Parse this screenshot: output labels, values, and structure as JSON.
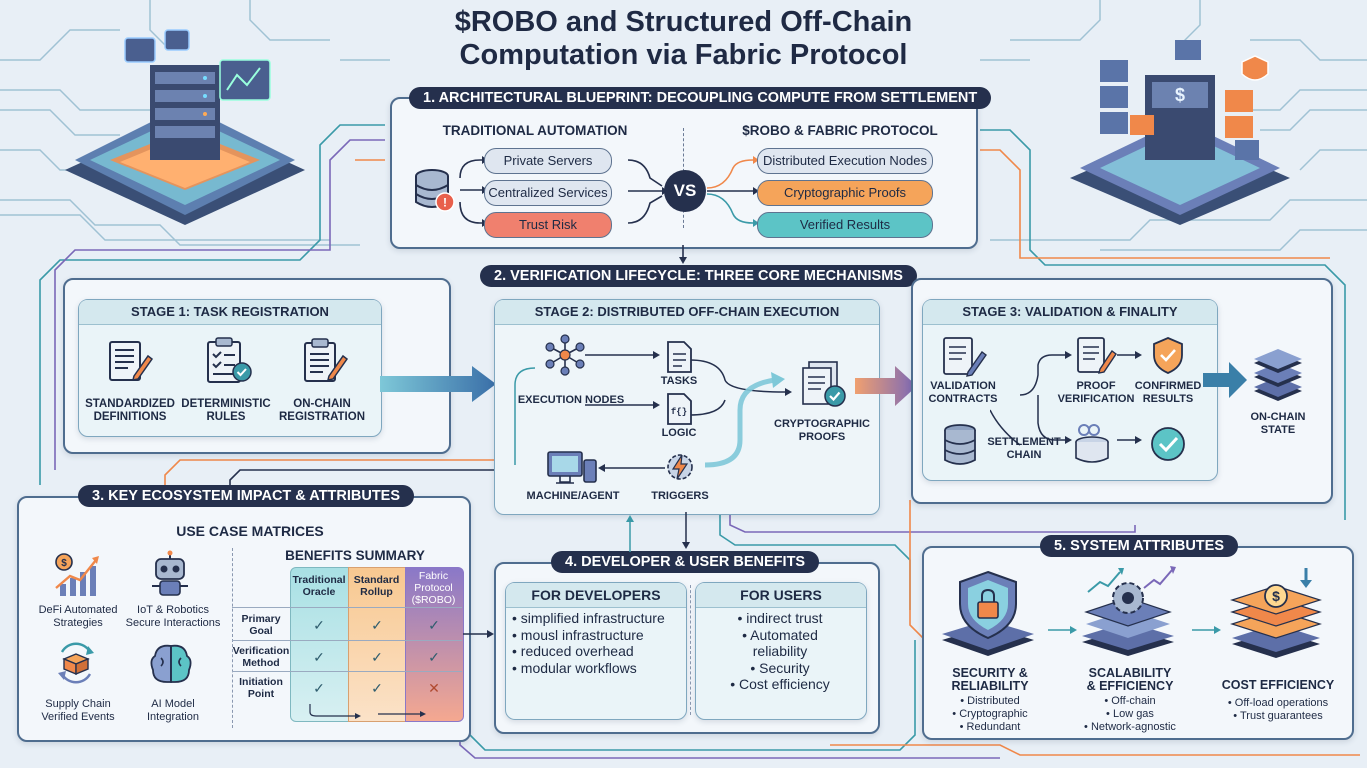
{
  "title_line1": "$ROBO and Structured Off-Chain",
  "title_line2": "Computation via Fabric Protocol",
  "section1": {
    "header": "1.  ARCHITECTURAL BLUEPRINT: DECOUPLING COMPUTE FROM SETTLEMENT",
    "traditional_title": "TRADITIONAL AUTOMATION",
    "fabric_title": "$ROBO & FABRIC PROTOCOL",
    "traditional_items": [
      "Private Servers",
      "Centralized Services",
      "Trust Risk"
    ],
    "vs": "VS",
    "fabric_items": [
      "Distributed Execution Nodes",
      "Cryptographic Proofs",
      "Verified Results"
    ]
  },
  "section2": {
    "header": "2. VERIFICATION LIFECYCLE: THREE CORE MECHANISMS",
    "stage1": {
      "title": "STAGE 1: TASK REGISTRATION",
      "items": [
        {
          "line1": "STANDARDIZED",
          "line2": "DEFINITIONS"
        },
        {
          "line1": "DETERMINISTIC",
          "line2": "RULES"
        },
        {
          "line1": "ON-CHAIN",
          "line2": "REGISTRATION"
        }
      ]
    },
    "stage2": {
      "title": "STAGE 2: DISTRIBUTED OFF-CHAIN EXECUTION",
      "execution_nodes": "EXECUTION NODES",
      "tasks": "TASKS",
      "logic": "LOGIC",
      "proofs_line1": "CRYPTOGRAPHIC",
      "proofs_line2": "PROOFS",
      "machine": "MACHINE/AGENT",
      "triggers": "TRIGGERS"
    },
    "stage3": {
      "title": "STAGE 3: VALIDATION & FINALITY",
      "validation_line1": "VALIDATION",
      "validation_line2": "CONTRACTS",
      "proof_line1": "PROOF",
      "proof_line2": "VERIFICATION",
      "confirmed_line1": "CONFIRMED",
      "confirmed_line2": "RESULTS",
      "settlement_line1": "SETTLEMENT",
      "settlement_line2": "CHAIN",
      "onchain_line1": "ON-CHAIN",
      "onchain_line2": "STATE"
    }
  },
  "section3": {
    "header": "3. KEY ECOSYSTEM IMPACT & ATTRIBUTES",
    "use_case_title": "USE CASE MATRICES",
    "use_cases": [
      {
        "line1": "DeFi Automated",
        "line2": "Strategies"
      },
      {
        "line1": "IoT & Robotics",
        "line2": "Secure Interactions"
      },
      {
        "line1": "Supply Chain",
        "line2": "Verified Events"
      },
      {
        "line1": "AI Model",
        "line2": "Integration"
      }
    ],
    "benefits_title": "BENEFITS SUMMARY",
    "columns": [
      {
        "line1": "Traditional",
        "line2": "Oracle",
        "line3": ""
      },
      {
        "line1": "Standard",
        "line2": "Rollup",
        "line3": ""
      },
      {
        "line1": "Fabric",
        "line2": "Protocol",
        "line3": "($ROBO)"
      }
    ],
    "rows": [
      {
        "line1": "Primary",
        "line2": "Goal",
        "marks": [
          "✓",
          "✓",
          "✓"
        ]
      },
      {
        "line1": "Verification",
        "line2": "Method",
        "marks": [
          "✓",
          "✓",
          "✓"
        ]
      },
      {
        "line1": "Initiation",
        "line2": "Point",
        "marks": [
          "✓",
          "✓",
          "✕"
        ]
      }
    ]
  },
  "section4": {
    "header": "4. DEVELOPER & USER BENEFITS",
    "dev_title": "FOR DEVELOPERS",
    "dev_items": [
      "• simplified infrastructure",
      "• mousl infrastructure",
      "• reduced overhead",
      "• modular workflows"
    ],
    "user_title": "FOR USERS",
    "user_items": [
      "• indirect trust",
      "• Automated",
      "reliability",
      "• Security",
      "• Cost efficiency"
    ]
  },
  "section5": {
    "header": "5. SYSTEM ATTRIBUTES",
    "attributes": [
      {
        "title1": "SECURITY &",
        "title2": "RELIABILITY",
        "items": [
          "• Distributed",
          "• Cryptographic",
          "• Redundant"
        ]
      },
      {
        "title1": "SCALABILITY",
        "title2": "& EFFICIENCY",
        "items": [
          "• Off-chain",
          "• Low gas",
          "• Network-agnostic"
        ]
      },
      {
        "title1": "COST EFFICIENCY",
        "title2": "",
        "items": [
          "• Off-load operations",
          "• Trust guarantees"
        ]
      }
    ]
  },
  "colors": {
    "navy": "#25304d",
    "teal": "#3a9aa8",
    "orange": "#f0884a",
    "purple": "#7a68b8",
    "red_pill": "#f0806e",
    "orange_pill": "#f5a45a",
    "teal_pill": "#5cc4c6"
  }
}
